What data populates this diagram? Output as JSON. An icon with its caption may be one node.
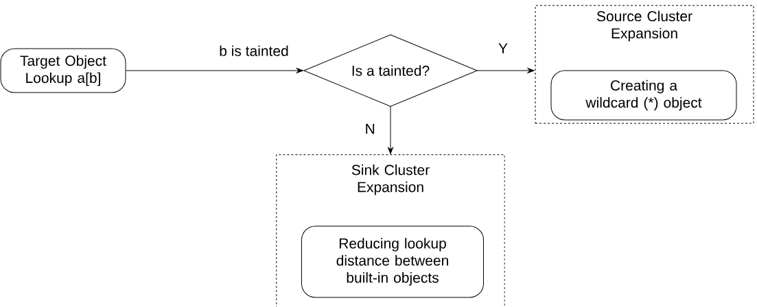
{
  "diagram": {
    "nodes": [
      {
        "text": [
          "Target Object Lookup a[b]"
        ]
      },
      {
        "text": [
          "Is a tainted?"
        ]
      },
      {
        "text": [
          "Source Cluster Expansion"
        ]
      },
      {
        "text": [
          "Creating a wildcard (*) object"
        ],
        "in": 2
      },
      {
        "text": [
          "Sink Cluster Expansion"
        ]
      },
      {
        "text": [
          "Reducing lookup distance between built-in objects"
        ],
        "in": 4
      }
    ],
    "edges": [
      {
        "from": 0,
        "to": 1,
        "arrow": "to",
        "label": "b is tainted"
      },
      {
        "from": 1,
        "to": 2,
        "arrow": "to",
        "label": "Y"
      },
      {
        "from": 1,
        "to": 4,
        "arrow": "to",
        "label": "N"
      }
    ]
  }
}
